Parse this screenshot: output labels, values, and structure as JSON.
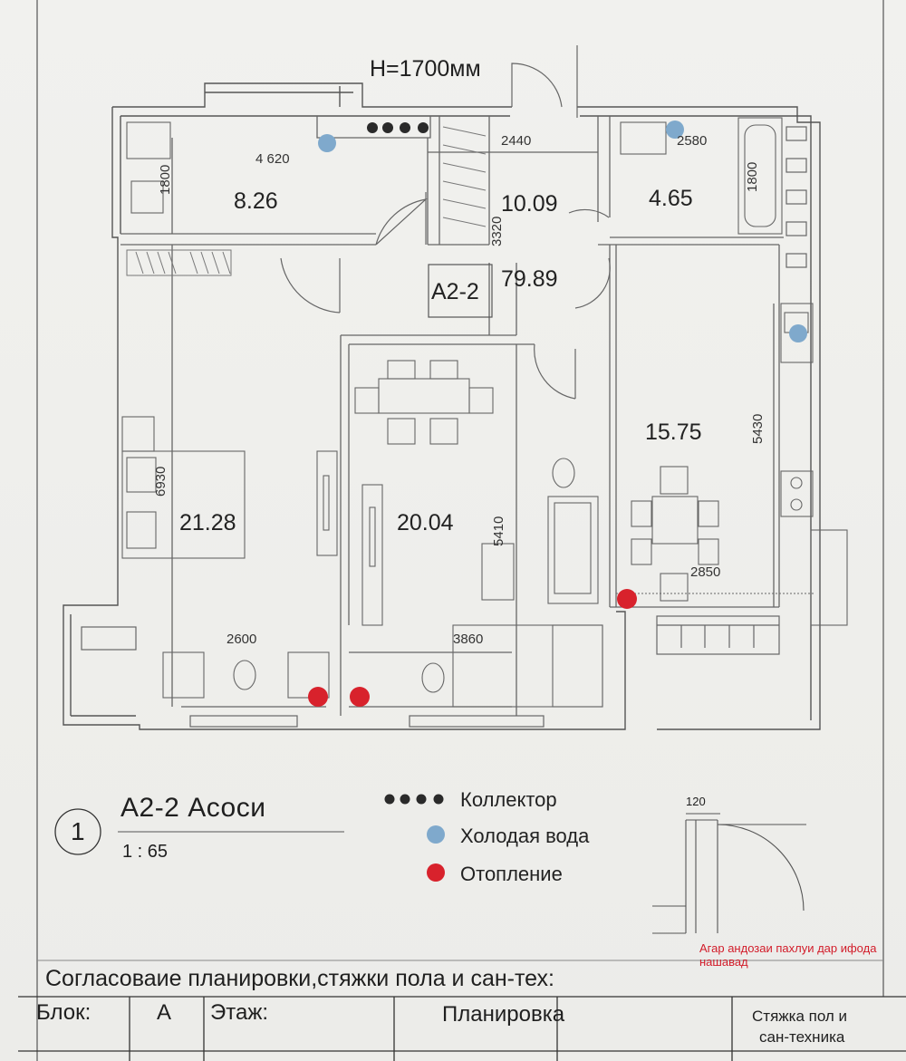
{
  "plan": {
    "height_note": "H=1700мм",
    "unit_code": "А2-2",
    "dims": {
      "d4620": "4 620",
      "d2440": "2440",
      "d2580": "2580",
      "d1800a": "1800",
      "d1800b": "1800",
      "d3320": "3320",
      "d6930": "6930",
      "d5410": "5410",
      "d5430": "5430",
      "d2600": "2600",
      "d3860": "3860",
      "d2850": "2850"
    },
    "areas": {
      "bathroom": "8.26",
      "corridor": "10.09",
      "toilet": "4.65",
      "total": "79.89",
      "kitchen": "15.75",
      "bedroom": "21.28",
      "living": "20.04"
    }
  },
  "title": {
    "number": "1",
    "name": "А2-2 Асоси",
    "scale": "1 : 65"
  },
  "legend": {
    "collector": "Коллектор",
    "cold_water": "Холодая вода",
    "heating": "Отопление",
    "colors": {
      "collector": "#2a2a2a",
      "cold_water": "#7fa9cc",
      "heating": "#d8222c"
    }
  },
  "detail": {
    "dim": "120",
    "note": "Агар андозаи пахлуи дар ифода нашавад"
  },
  "approval": {
    "heading": "Согласоваие планировки,стяжки пола и сан-тех:"
  },
  "table": {
    "block_label": "Блок:",
    "block_value": "А",
    "floor_label": "Этаж:",
    "layout_label": "Планировка",
    "screed_line1": "Стяжка пол и",
    "screed_line2": "сан-техника"
  }
}
